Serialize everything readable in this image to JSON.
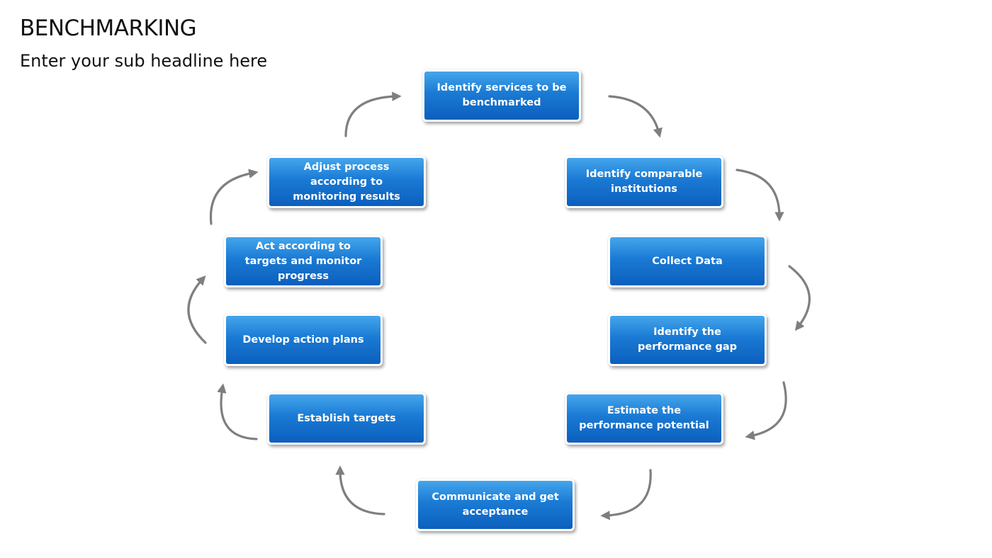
{
  "slide": {
    "title": "BENCHMARKING",
    "subtitle": "Enter your sub headline here"
  },
  "colors": {
    "box_top": "#45a6ec",
    "box_bottom": "#0b5fbd",
    "arrow": "#7f7f7f",
    "text": "#ffffff"
  },
  "steps": [
    {
      "label": "Identify services to be benchmarked"
    },
    {
      "label": "Identify comparable institutions"
    },
    {
      "label": "Collect Data"
    },
    {
      "label": "Identify the performance gap"
    },
    {
      "label": "Estimate the performance potential"
    },
    {
      "label": "Communicate and get acceptance"
    },
    {
      "label": "Establish targets"
    },
    {
      "label": "Develop action plans"
    },
    {
      "label": "Act according to targets and monitor progress"
    },
    {
      "label": "Adjust process according to monitoring results"
    }
  ]
}
